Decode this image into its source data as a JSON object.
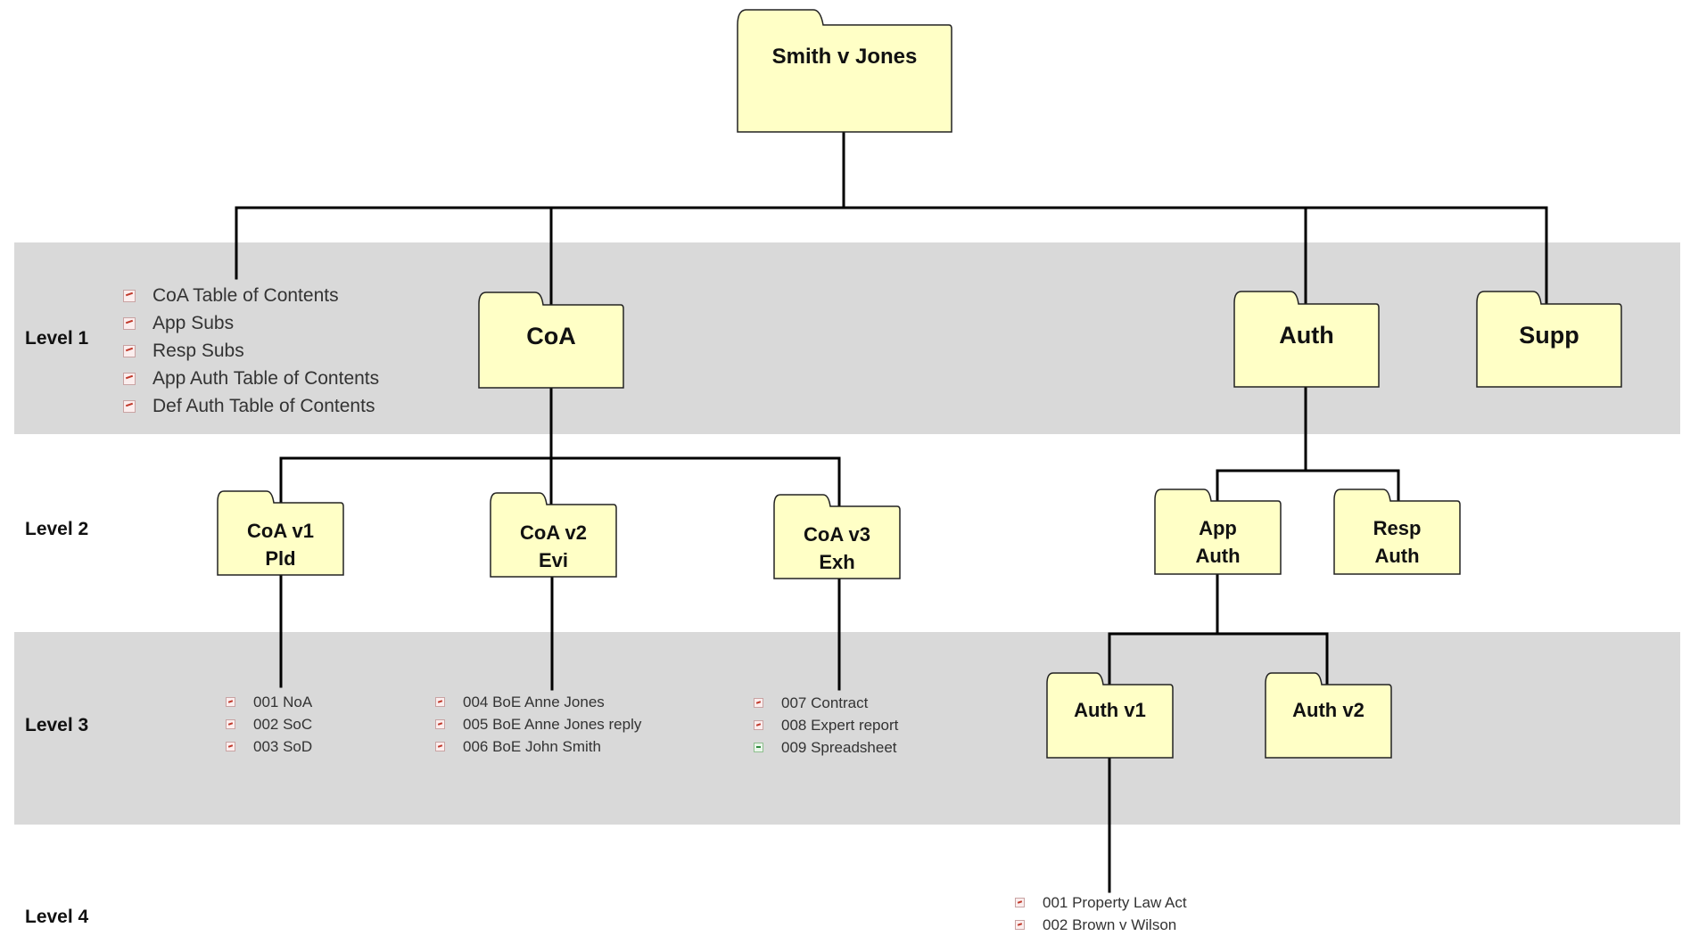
{
  "levels": [
    "Level 1",
    "Level 2",
    "Level 3",
    "Level 4"
  ],
  "colors": {
    "folder_fill": "#ffffc6",
    "band": "#d9d9d9",
    "line": "#000000"
  },
  "root": {
    "label": "Smith v Jones"
  },
  "level1": {
    "files": [
      {
        "name": "CoA Table of Contents",
        "icon": "pdf-icon"
      },
      {
        "name": "App Subs",
        "icon": "pdf-icon"
      },
      {
        "name": "Resp Subs",
        "icon": "pdf-icon"
      },
      {
        "name": "App Auth Table of Contents",
        "icon": "pdf-icon"
      },
      {
        "name": "Def Auth Table of Contents",
        "icon": "pdf-icon"
      }
    ],
    "folders": [
      {
        "line1": "CoA"
      },
      {
        "line1": "Auth"
      },
      {
        "line1": "Supp"
      }
    ]
  },
  "level2": {
    "folders": [
      {
        "line1": "CoA v1",
        "line2": "Pld"
      },
      {
        "line1": "CoA v2",
        "line2": "Evi"
      },
      {
        "line1": "CoA v3",
        "line2": "Exh"
      },
      {
        "line1": "App",
        "line2": "Auth"
      },
      {
        "line1": "Resp",
        "line2": "Auth"
      }
    ]
  },
  "level3": {
    "folders": [
      {
        "line1": "Auth v1"
      },
      {
        "line1": "Auth v2"
      }
    ],
    "file_groups": [
      [
        {
          "name": "001 NoA",
          "icon": "pdf-icon"
        },
        {
          "name": "002 SoC",
          "icon": "pdf-icon"
        },
        {
          "name": "003 SoD",
          "icon": "pdf-icon"
        }
      ],
      [
        {
          "name": "004 BoE Anne Jones",
          "icon": "pdf-icon"
        },
        {
          "name": "005 BoE Anne Jones reply",
          "icon": "pdf-icon"
        },
        {
          "name": "006 BoE John Smith",
          "icon": "pdf-icon"
        }
      ],
      [
        {
          "name": "007 Contract",
          "icon": "pdf-icon"
        },
        {
          "name": "008 Expert report",
          "icon": "pdf-icon"
        },
        {
          "name": "009 Spreadsheet",
          "icon": "spreadsheet-icon"
        }
      ]
    ]
  },
  "level4": {
    "files": [
      {
        "name": "001 Property Law Act",
        "icon": "pdf-icon"
      },
      {
        "name": "002 Brown v Wilson",
        "icon": "pdf-icon"
      }
    ]
  }
}
